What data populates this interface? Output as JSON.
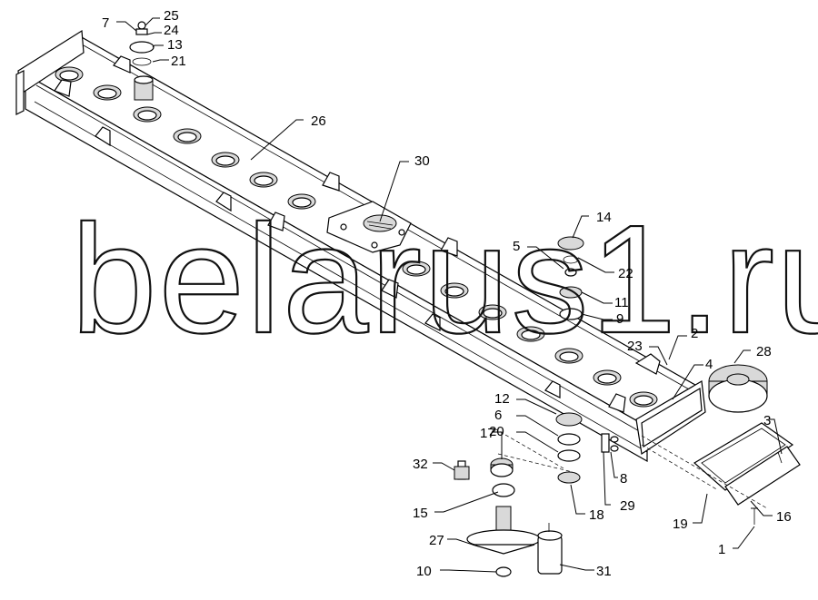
{
  "watermark": "belarus1.ru",
  "corner_note": "",
  "labels": [
    "7",
    "25",
    "24",
    "13",
    "21",
    "26",
    "30",
    "14",
    "5",
    "22",
    "11",
    "9",
    "23",
    "2",
    "28",
    "4",
    "12",
    "6",
    "20",
    "17",
    "32",
    "15",
    "27",
    "10",
    "31",
    "18",
    "8",
    "29",
    "3",
    "19",
    "16",
    "1"
  ]
}
